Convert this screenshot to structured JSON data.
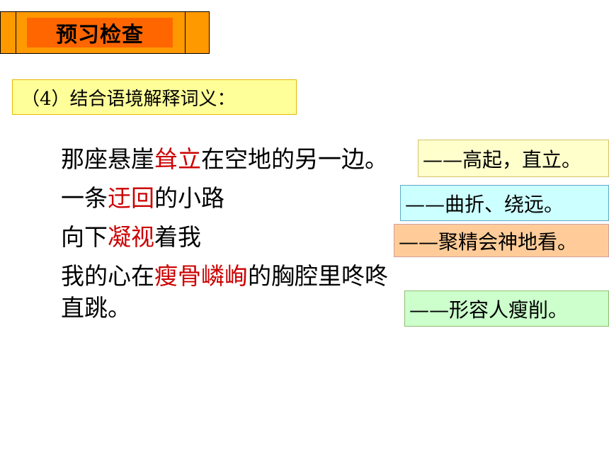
{
  "header": {
    "title": "预习检查"
  },
  "task": {
    "label": "（4）结合语境解释词义："
  },
  "sentences": [
    {
      "before": "那座悬崖",
      "word": "耸立",
      "after": "在空地的另一边。"
    },
    {
      "before": "一条",
      "word": "迂回",
      "after": "的小路"
    },
    {
      "before": "向下",
      "word": "凝视",
      "after": "着我"
    },
    {
      "before": "我的心在",
      "word": "瘦骨嶙峋",
      "after": "的胸腔里咚咚",
      "continuation": "直跳。"
    }
  ],
  "definitions": [
    "——高起，直立。",
    "——曲折、绕远。",
    "——聚精会神地看。",
    "——形容人瘦削。"
  ],
  "colors": {
    "header_bg": "#ff9900",
    "header_inner": "#ff6600",
    "highlight": "#cc0000",
    "task_bg": "#ffff99",
    "def1_bg": "#ffffcc",
    "def2_bg": "#ccffff",
    "def3_bg": "#ffcc99",
    "def4_bg": "#ccffcc"
  }
}
